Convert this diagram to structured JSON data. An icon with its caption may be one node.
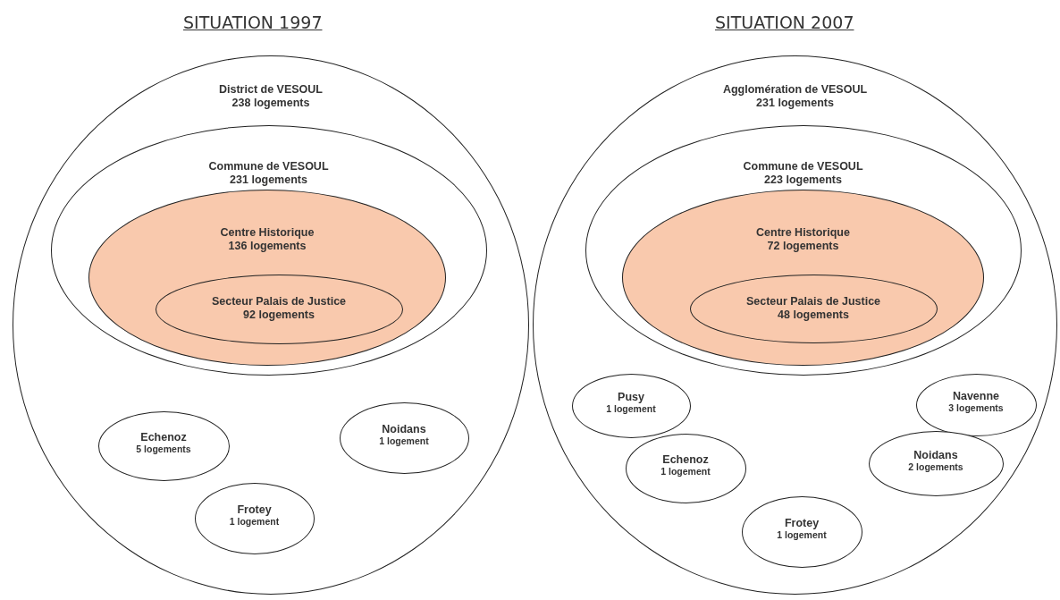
{
  "diagram": {
    "nodes": [
      {
        "text": [
          "District de VESOUL",
          "238 logements"
        ]
      },
      {
        "text": [
          "Commune de VESOUL",
          "231 logements"
        ],
        "in": 0
      },
      {
        "text": [
          "Centre Historique",
          "136 logements"
        ],
        "in": 1
      },
      {
        "text": [
          "Secteur Palais de Justice",
          "92 logements"
        ],
        "in": 2
      },
      {
        "text": [
          "Echenoz",
          "5 logements"
        ],
        "in": 0
      },
      {
        "text": [
          "Noidans",
          "1 logement"
        ],
        "in": 0
      },
      {
        "text": [
          "Frotey",
          "1 logement"
        ],
        "in": 0
      },
      {
        "text": [
          "Agglomération de VESOUL",
          "231 logements"
        ]
      },
      {
        "text": [
          "Commune de VESOUL",
          "223 logements"
        ],
        "in": 7
      },
      {
        "text": [
          "Centre Historique",
          "72 logements"
        ],
        "in": 8
      },
      {
        "text": [
          "Secteur Palais de Justice",
          "48 logements"
        ],
        "in": 9
      },
      {
        "text": [
          "Pusy",
          "1 logement"
        ],
        "in": 7
      },
      {
        "text": [
          "Navenne",
          "3 logements"
        ],
        "in": 7
      },
      {
        "text": [
          "Echenoz",
          "1 logement"
        ],
        "in": 7
      },
      {
        "text": [
          "Noidans",
          "2 logements"
        ],
        "in": 7
      },
      {
        "text": [
          "Frotey",
          "1 logement"
        ],
        "in": 7
      }
    ],
    "labels": [
      "SITUATION 1997",
      "SITUATION 2007"
    ]
  }
}
